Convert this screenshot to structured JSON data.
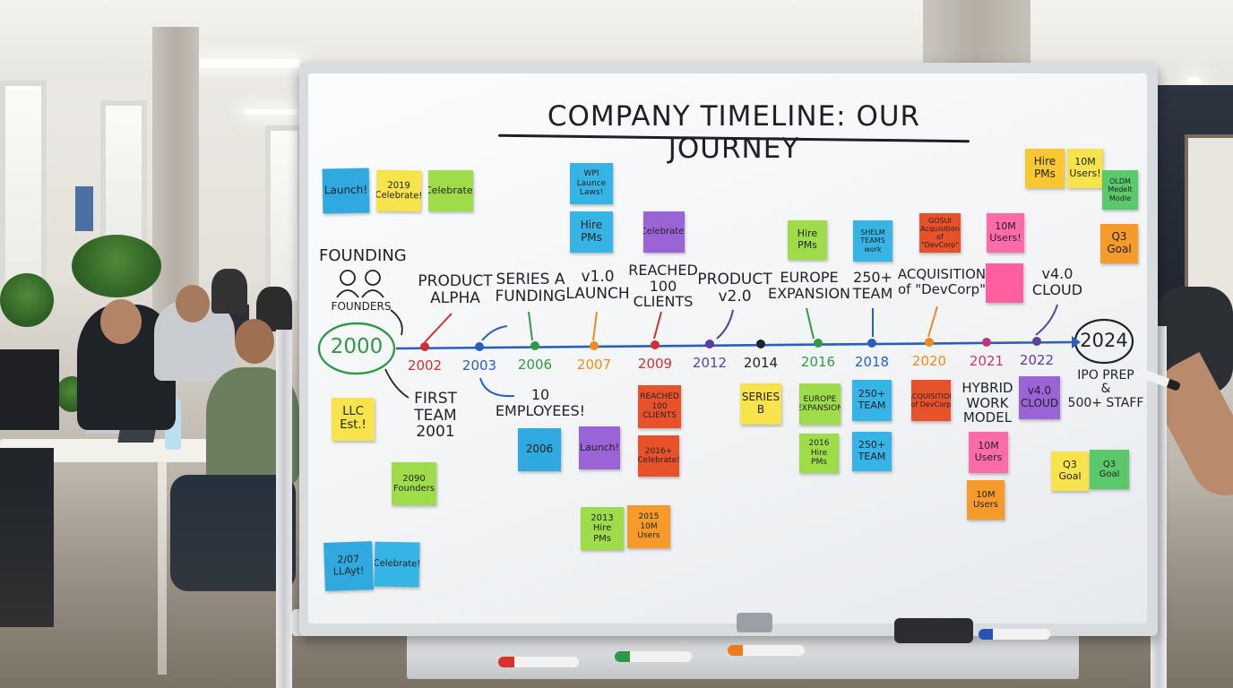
{
  "board": {
    "title": "COMPANY TIMELINE: OUR JOURNEY",
    "founding_label": "FOUNDING",
    "founders_caption": "FOUNDERS",
    "start_year": "2000",
    "end_year": "2024"
  },
  "milestones_above": [
    {
      "id": "product-alpha",
      "text": "PRODUCT\nALPHA"
    },
    {
      "id": "series-a",
      "text": "SERIES A\nFUNDING"
    },
    {
      "id": "v1-launch",
      "text": "v1.0\nLAUNCH"
    },
    {
      "id": "reached-100",
      "text": "REACHED\n100\nCLIENTS"
    },
    {
      "id": "product-v2",
      "text": "PRODUCT\nv2.0"
    },
    {
      "id": "europe",
      "text": "EUROPE\nEXPANSION"
    },
    {
      "id": "team-250",
      "text": "250+\nTEAM"
    },
    {
      "id": "acquisition",
      "text": "ACQUISITION\nof \"DevCorp\""
    },
    {
      "id": "v4-cloud",
      "text": "v4.0\nCLOUD"
    }
  ],
  "milestones_below": [
    {
      "id": "first-team",
      "text": "FIRST\nTEAM\n2001"
    },
    {
      "id": "ten-employees",
      "text": "10\nEMPLOYEES!"
    },
    {
      "id": "hybrid",
      "text": "HYBRID\nWORK\nMODEL"
    },
    {
      "id": "ipo",
      "text": "IPO PREP\n&\n500+ STAFF"
    }
  ],
  "years": [
    {
      "label": "2002",
      "color": "#d0312d"
    },
    {
      "label": "2003",
      "color": "#2a5fbf"
    },
    {
      "label": "2006",
      "color": "#2e9a45"
    },
    {
      "label": "2007",
      "color": "#ef8a1a"
    },
    {
      "label": "2009",
      "color": "#d0312d"
    },
    {
      "label": "2012",
      "color": "#5b3fa0"
    },
    {
      "label": "2014",
      "color": "#1f2226"
    },
    {
      "label": "2016",
      "color": "#2e9a45"
    },
    {
      "label": "2018",
      "color": "#2a5fbf"
    },
    {
      "label": "2020",
      "color": "#ef8a1a"
    },
    {
      "label": "2021",
      "color": "#c2357a"
    },
    {
      "label": "2022",
      "color": "#5b3fa0"
    }
  ],
  "notes": [
    {
      "text": "Launch!",
      "color": "#2fa9e0"
    },
    {
      "text": "2019\nCelebrate!",
      "color": "#f7e34b"
    },
    {
      "text": "Celebrate!",
      "color": "#9fdc4a"
    },
    {
      "text": "WPI\nLaunce\nLaws!",
      "color": "#36b4e6"
    },
    {
      "text": "Hire\nPMs",
      "color": "#36b4e6"
    },
    {
      "text": "Celebrate!",
      "color": "#9a63d6"
    },
    {
      "text": "Hire\nPMs",
      "color": "#9fdc4a"
    },
    {
      "text": "SHELM\nTEAMS\nwork",
      "color": "#36b4e6"
    },
    {
      "text": "GOSUI\nAcquisition\nof \"DevCorp\"",
      "color": "#e8522b"
    },
    {
      "text": "10M\nUsers!",
      "color": "#ff6aa8"
    },
    {
      "text": "",
      "color": "#ff5fa0"
    },
    {
      "text": "Hire\nPMs",
      "color": "#f9c72f"
    },
    {
      "text": "10M\nUsers!",
      "color": "#f7e34b"
    },
    {
      "text": "OLDM\nMedelt\nModle",
      "color": "#59c96b"
    },
    {
      "text": "Q3\nGoal",
      "color": "#f69a2a"
    },
    {
      "text": "LLC\nEst.!",
      "color": "#f7e34b"
    },
    {
      "text": "2006",
      "color": "#2fa9e0"
    },
    {
      "text": "Launch!",
      "color": "#9a63d6"
    },
    {
      "text": "REACHED\n100\nCLIENTS",
      "color": "#e8522b"
    },
    {
      "text": "2016+\nCelebrate!",
      "color": "#e8522b"
    },
    {
      "text": "SERIES\nB",
      "color": "#f7e34b"
    },
    {
      "text": "EUROPE\nEXPANSION",
      "color": "#9fdc4a"
    },
    {
      "text": "2016\nHire PMs",
      "color": "#9fdc4a"
    },
    {
      "text": "250+\nTEAM",
      "color": "#36b4e6"
    },
    {
      "text": "250+\nTEAM",
      "color": "#36b4e6"
    },
    {
      "text": "ACQUISITION\nof DevCorp",
      "color": "#e8522b"
    },
    {
      "text": "v4.0\nCLOUD",
      "color": "#9a63d6"
    },
    {
      "text": "10M\nUsers",
      "color": "#ff6aa8"
    },
    {
      "text": "10M\nUsers",
      "color": "#f69a2a"
    },
    {
      "text": "Q3\nGoal",
      "color": "#f7e34b"
    },
    {
      "text": "Q3 Goal",
      "color": "#59c96b"
    },
    {
      "text": "2090\nFounders",
      "color": "#9fdc4a"
    },
    {
      "text": "2013\nHire PMs",
      "color": "#9fdc4a"
    },
    {
      "text": "2015\n10M\nUsers",
      "color": "#f69a2a"
    },
    {
      "text": "2/07\nLLAyt!",
      "color": "#2fa9e0"
    },
    {
      "text": "Celebrate!",
      "color": "#36b4e6"
    }
  ]
}
